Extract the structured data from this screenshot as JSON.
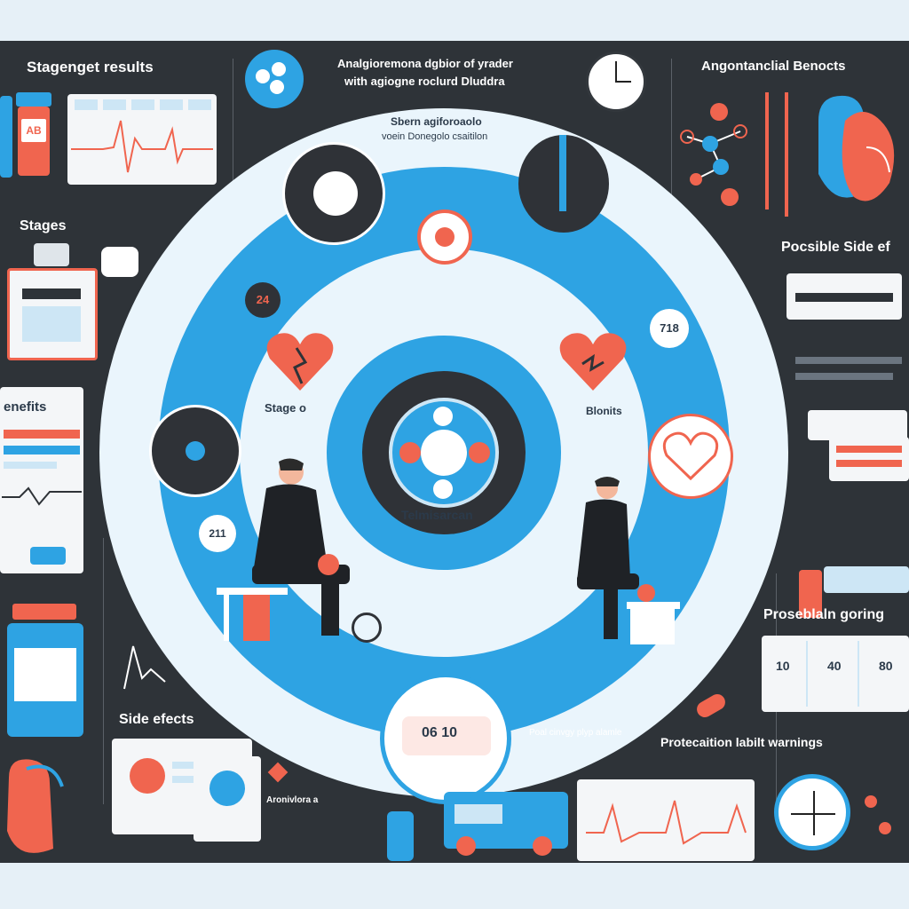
{
  "labels": {
    "stage_results": "Stagenget results",
    "top_title_1": "Analgioremona dgbior of yrader",
    "top_title_2": "with agiogne roclurd Dluddra",
    "angio_benefits": "Angontanclial Benocts",
    "stages": "Stages",
    "possible_side": "Pocsible Side ef",
    "benefits": "enefits",
    "side_effects": "Side efects",
    "possible_goring": "Proseblaln goring",
    "protection_warnings": "Protecaition labilt warnings",
    "ring_top_1": "Sbern agiforoaolo",
    "ring_top_2": "voein Donegolo csaitilon",
    "stage_left": "Stage o",
    "blonits": "Blonits",
    "telmisartan": "Telmisarcan",
    "badge_710": "718",
    "badge_24": "24",
    "dose_10": "10",
    "dose_40": "40",
    "dose_80": "80",
    "pill_label": "AB",
    "date_label": "211",
    "bottom_center": "06 10",
    "left_small": "Aronivlora a",
    "right_small": "Poal cinvgy plyp alamle"
  },
  "colors": {
    "panel": "#2e3338",
    "blue": "#2ea3e3",
    "coral": "#f0654f",
    "light": "#e8f4fb",
    "dark_inner": "#2f3237"
  }
}
